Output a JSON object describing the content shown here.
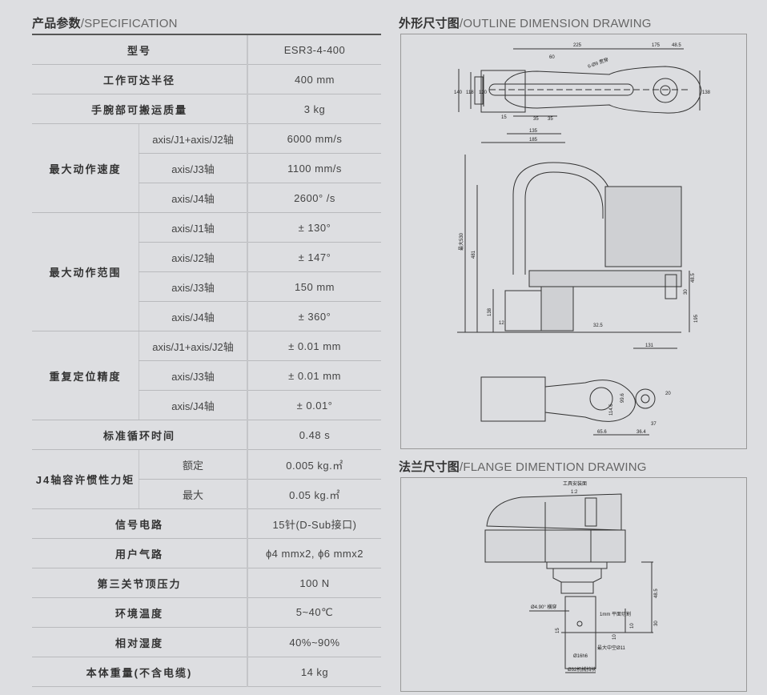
{
  "spec": {
    "title_cn": "产品参数",
    "title_en": "/SPECIFICATION",
    "rows": [
      {
        "label": "型号",
        "value": "ESR3-4-400"
      },
      {
        "label": "工作可达半径",
        "value": "400 mm"
      },
      {
        "label": "手腕部可搬运质量",
        "value": "3 kg"
      },
      {
        "label": "最大动作速度",
        "sub": [
          {
            "label": "axis/J1+axis/J2轴",
            "value": "6000 mm/s"
          },
          {
            "label": "axis/J3轴",
            "value": "1100 mm/s"
          },
          {
            "label": "axis/J4轴",
            "value": "2600° /s"
          }
        ]
      },
      {
        "label": "最大动作范围",
        "sub": [
          {
            "label": "axis/J1轴",
            "value": "± 130°"
          },
          {
            "label": "axis/J2轴",
            "value": "± 147°"
          },
          {
            "label": "axis/J3轴",
            "value": "150 mm"
          },
          {
            "label": "axis/J4轴",
            "value": "± 360°"
          }
        ]
      },
      {
        "label": "重复定位精度",
        "sub": [
          {
            "label": "axis/J1+axis/J2轴",
            "value": "± 0.01 mm"
          },
          {
            "label": "axis/J3轴",
            "value": "± 0.01 mm"
          },
          {
            "label": "axis/J4轴",
            "value": "± 0.01°"
          }
        ]
      },
      {
        "label": "标准循环时间",
        "value": "0.48 s"
      },
      {
        "label": "J4轴容许惯性力矩",
        "sub": [
          {
            "label": "额定",
            "value": "0.005 kg.㎡"
          },
          {
            "label": "最大",
            "value": "0.05 kg.㎡"
          }
        ]
      },
      {
        "label": "信号电路",
        "value": "15针(D-Sub接口)"
      },
      {
        "label": "用户气路",
        "value": "ɸ4 mmx2, ɸ6 mmx2"
      },
      {
        "label": "第三关节顶压力",
        "value": "100 N"
      },
      {
        "label": "环境温度",
        "value": "5~40℃"
      },
      {
        "label": "相对湿度",
        "value": "40%~90%"
      },
      {
        "label": "本体重量(不含电缆)",
        "value": "14 kg"
      }
    ]
  },
  "outline": {
    "title_cn": "外形尺寸图",
    "title_en": "/OUTLINE DIMENSION DRAWING",
    "top_dims": [
      "225",
      "175",
      "48.5",
      "60",
      "6-Ø9 贯穿",
      "140",
      "118",
      "120",
      "138",
      "15",
      "35",
      "35",
      "135",
      "185"
    ],
    "side_dims": [
      "最大530",
      "481",
      "138",
      "12",
      "32.5",
      "131",
      "195",
      "30",
      "48.5"
    ],
    "bottom_dims": [
      "65.6",
      "36.4",
      "37",
      "20",
      "99.6",
      "114.6"
    ]
  },
  "flange": {
    "title_cn": "法兰尺寸图",
    "title_en": "/FLANGE DIMENTION DRAWING",
    "caption": "工具安装面",
    "scale": "1:2",
    "dims": [
      "Ø4.90° 横穿",
      "1mm 平面切割",
      "48.5",
      "30",
      "10",
      "10",
      "15",
      "最大中空Ø11",
      "Ø16h6",
      "Ø32机械挡块"
    ]
  }
}
